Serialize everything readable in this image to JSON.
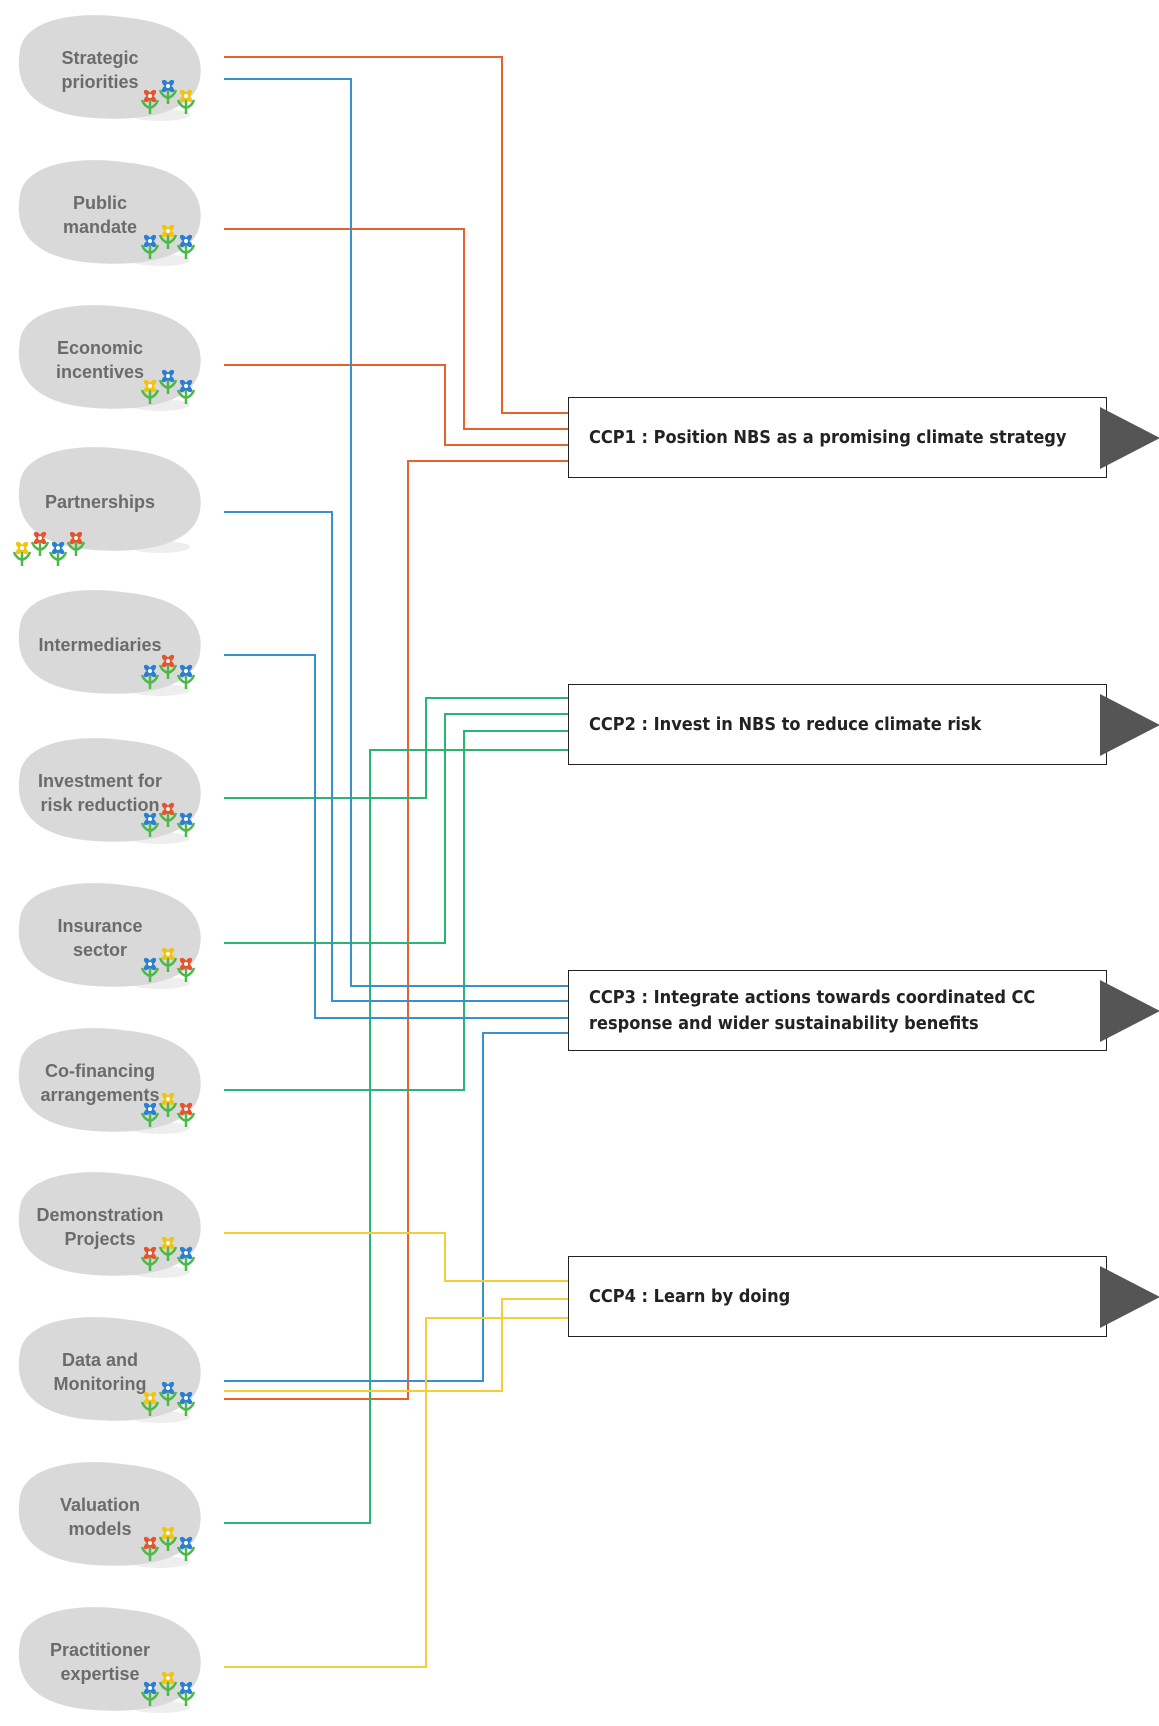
{
  "stones": [
    {
      "lines": [
        "Strategic",
        "priorities"
      ],
      "flowers": [
        "#e8522c",
        "#2a7fd4",
        "#f1c40f"
      ]
    },
    {
      "lines": [
        "Public",
        "mandate"
      ],
      "flowers": [
        "#2a7fd4",
        "#f1c40f",
        "#2a7fd4"
      ]
    },
    {
      "lines": [
        "Economic",
        "incentives"
      ],
      "flowers": [
        "#f1c40f",
        "#2a7fd4",
        "#2a7fd4"
      ]
    },
    {
      "lines": [
        "Partnerships"
      ],
      "flowers": [
        "#f1c40f",
        "#e8522c",
        "#2a7fd4",
        "#e8522c"
      ]
    },
    {
      "lines": [
        "Intermediaries"
      ],
      "flowers": [
        "#2a7fd4",
        "#e8522c",
        "#2a7fd4"
      ]
    },
    {
      "lines": [
        "Investment for",
        "risk reduction"
      ],
      "flowers": [
        "#2a7fd4",
        "#e8522c",
        "#2a7fd4"
      ]
    },
    {
      "lines": [
        "Insurance",
        "sector"
      ],
      "flowers": [
        "#2a7fd4",
        "#f1c40f",
        "#e8522c"
      ]
    },
    {
      "lines": [
        "Co-financing",
        "arrangements"
      ],
      "flowers": [
        "#2a7fd4",
        "#f1c40f",
        "#e8522c"
      ]
    },
    {
      "lines": [
        "Demonstration",
        "Projects"
      ],
      "flowers": [
        "#e8522c",
        "#f1c40f",
        "#2a7fd4"
      ]
    },
    {
      "lines": [
        "Data and",
        "Monitoring"
      ],
      "flowers": [
        "#f1c40f",
        "#2a7fd4",
        "#2a7fd4"
      ]
    },
    {
      "lines": [
        "Valuation",
        "models"
      ],
      "flowers": [
        "#e8522c",
        "#f1c40f",
        "#2a7fd4"
      ]
    },
    {
      "lines": [
        "Practitioner",
        "expertise"
      ],
      "flowers": [
        "#2a7fd4",
        "#f1c40f",
        "#2a7fd4"
      ]
    }
  ],
  "outcomes": [
    {
      "id": "CCP1",
      "label": "CCP1 : Position NBS as a promising climate strategy"
    },
    {
      "id": "CCP2",
      "label": "CCP2 : Invest in NBS to reduce climate risk"
    },
    {
      "id": "CCP3",
      "label": "CCP3 : Integrate actions towards coordinated CC response and wider sustainability benefits"
    },
    {
      "id": "CCP4",
      "label": "CCP4 : Learn by doing"
    }
  ],
  "links": [
    {
      "from": 0,
      "to": "CCP1",
      "color": "#e8602c"
    },
    {
      "from": 1,
      "to": "CCP1",
      "color": "#e8602c"
    },
    {
      "from": 2,
      "to": "CCP1",
      "color": "#e8602c"
    },
    {
      "from": 9,
      "to": "CCP1",
      "color": "#e8602c"
    },
    {
      "from": 5,
      "to": "CCP2",
      "color": "#2bb574"
    },
    {
      "from": 6,
      "to": "CCP2",
      "color": "#2bb574"
    },
    {
      "from": 7,
      "to": "CCP2",
      "color": "#2bb574"
    },
    {
      "from": 10,
      "to": "CCP2",
      "color": "#2bb574"
    },
    {
      "from": 0,
      "to": "CCP3",
      "color": "#3a8fcd"
    },
    {
      "from": 3,
      "to": "CCP3",
      "color": "#3a8fcd"
    },
    {
      "from": 4,
      "to": "CCP3",
      "color": "#3a8fcd"
    },
    {
      "from": 9,
      "to": "CCP3",
      "color": "#3a8fcd"
    },
    {
      "from": 8,
      "to": "CCP4",
      "color": "#f2cf3a"
    },
    {
      "from": 9,
      "to": "CCP4",
      "color": "#f2cf3a"
    },
    {
      "from": 11,
      "to": "CCP4",
      "color": "#f2cf3a"
    }
  ],
  "colors": {
    "stone": "#d9d9d9",
    "stone_shadow": "#eeeeee",
    "arrow": "#555555"
  }
}
